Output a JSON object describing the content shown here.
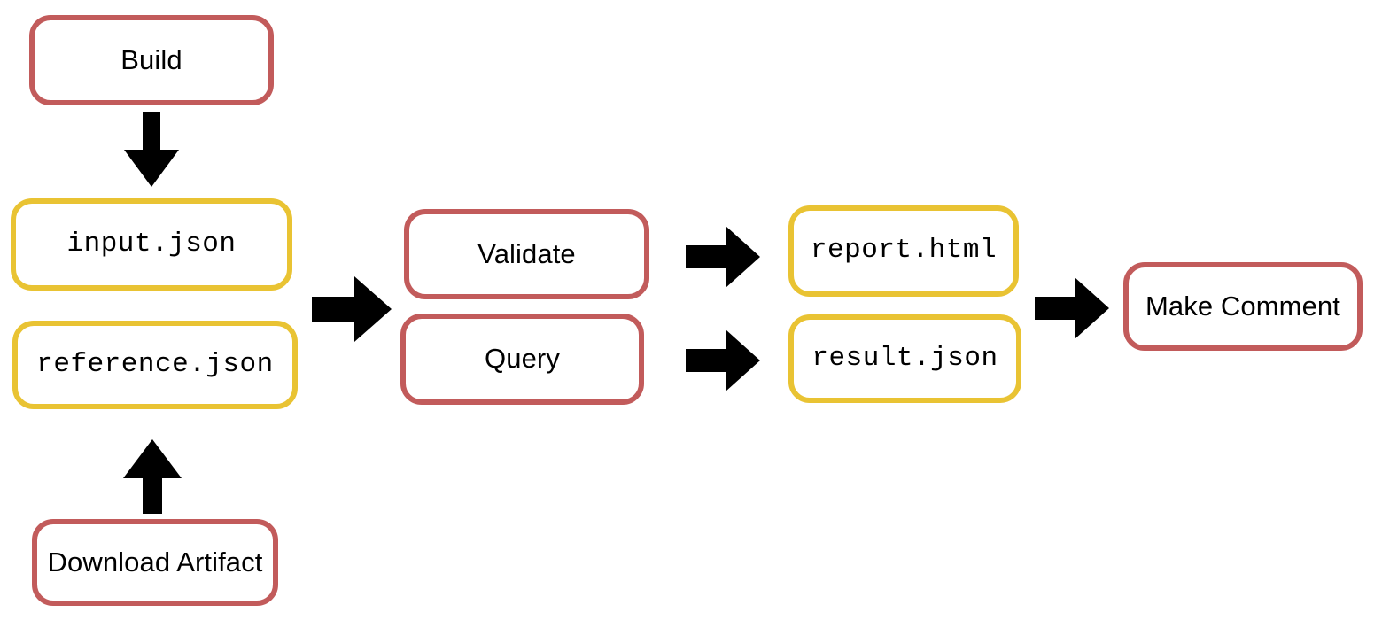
{
  "diagram": {
    "title": "CI pipeline flow",
    "background_color": "#ffffff",
    "colors": {
      "process_border": "#c25b5b",
      "artifact_border": "#e9c333",
      "arrow_fill": "#000000",
      "node_fill": "#ffffff",
      "text": "#000000"
    },
    "nodes": [
      {
        "id": "build",
        "label": "Build",
        "kind": "process"
      },
      {
        "id": "input-json",
        "label": "input.json",
        "kind": "artifact"
      },
      {
        "id": "reference-json",
        "label": "reference.json",
        "kind": "artifact"
      },
      {
        "id": "download-artifact",
        "label": "Download Artifact",
        "kind": "process"
      },
      {
        "id": "validate",
        "label": "Validate",
        "kind": "process"
      },
      {
        "id": "query",
        "label": "Query",
        "kind": "process"
      },
      {
        "id": "report-html",
        "label": "report.html",
        "kind": "artifact"
      },
      {
        "id": "result-json",
        "label": "result.json",
        "kind": "artifact"
      },
      {
        "id": "make-comment",
        "label": "Make Comment",
        "kind": "process"
      }
    ],
    "arrows": [
      {
        "id": "build-to-input",
        "direction": "down",
        "from": "build",
        "to": "input-json"
      },
      {
        "id": "download-to-reference",
        "direction": "up",
        "from": "download-artifact",
        "to": "reference-json"
      },
      {
        "id": "inputs-to-jobs",
        "direction": "right",
        "from": "input-json",
        "to": "validate"
      },
      {
        "id": "validate-to-report",
        "direction": "right",
        "from": "validate",
        "to": "report-html"
      },
      {
        "id": "query-to-result",
        "direction": "right",
        "from": "query",
        "to": "result-json"
      },
      {
        "id": "outputs-to-make-comment",
        "direction": "right",
        "from": "report-html",
        "to": "make-comment"
      }
    ]
  }
}
